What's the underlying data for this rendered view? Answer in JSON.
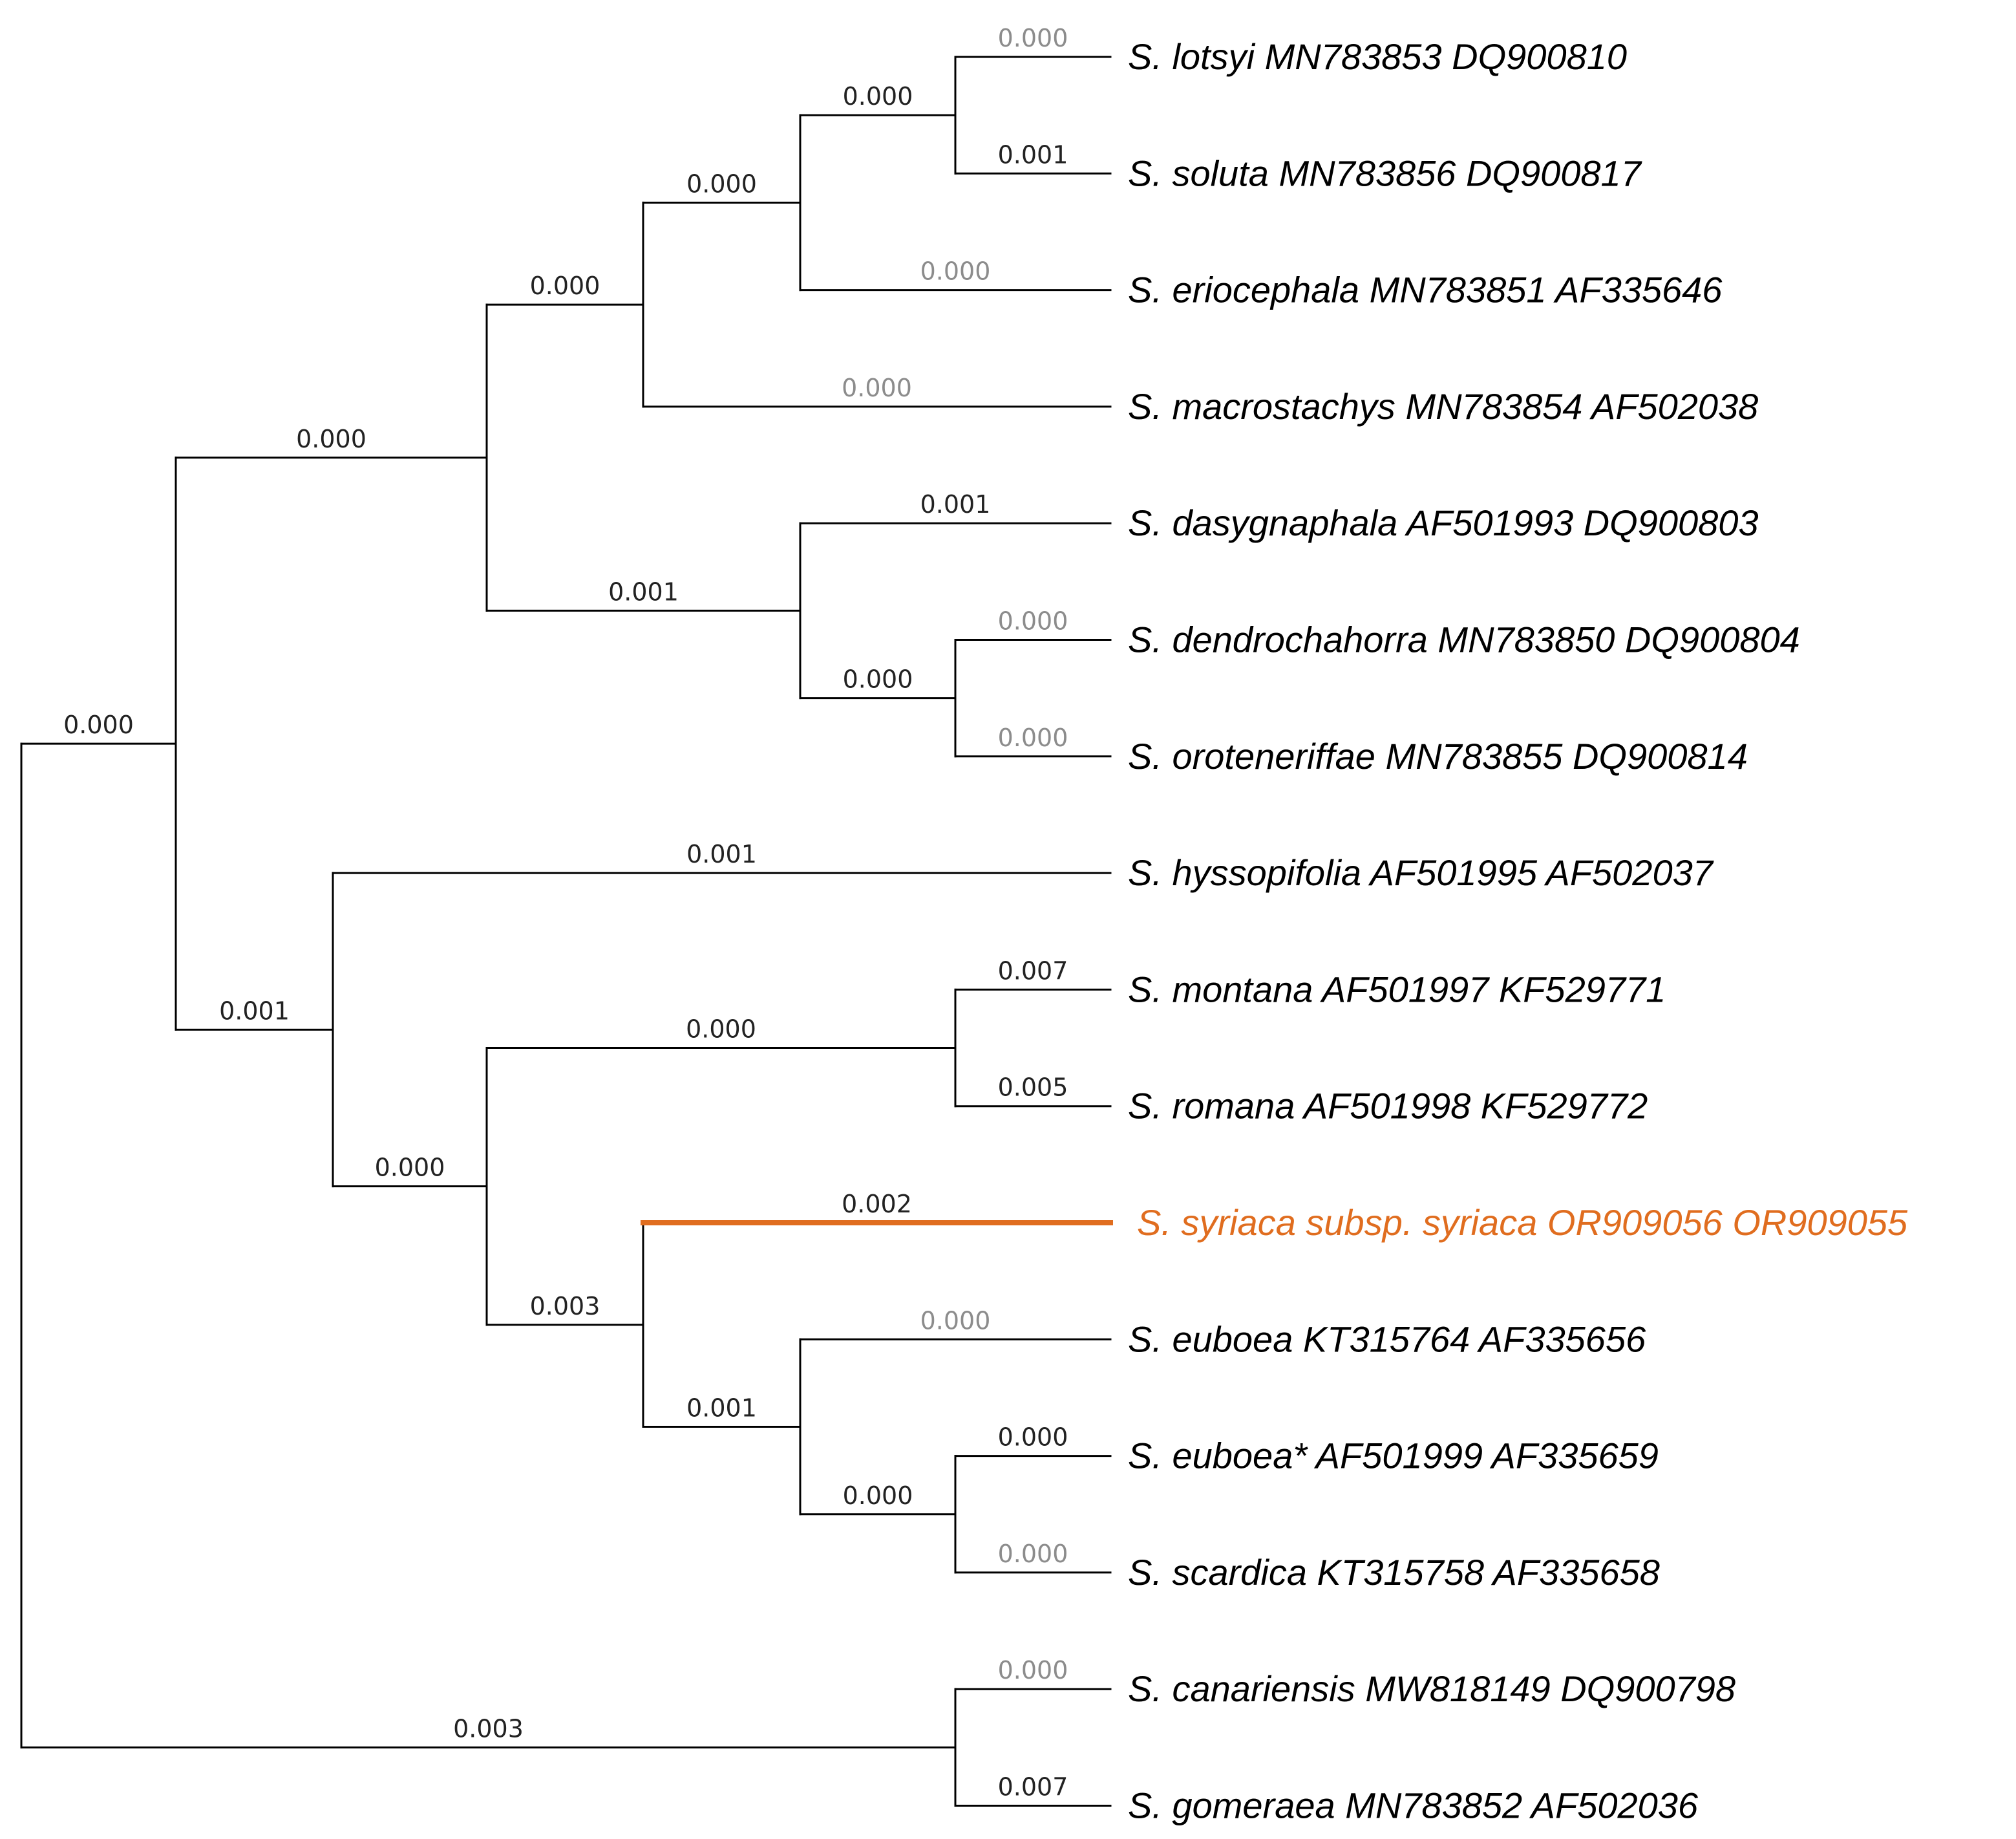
{
  "colors": {
    "branch": "#000000",
    "highlight": "#e06d1f",
    "label_dark": "#222222",
    "label_gray": "#8c8c8c"
  },
  "taxa": [
    {
      "id": "lotsyi",
      "label": "S. lotsyi MN783853 DQ900810",
      "branch_length": "0.000",
      "gray": true
    },
    {
      "id": "soluta",
      "label": "S. soluta MN783856 DQ900817",
      "branch_length": "0.001"
    },
    {
      "id": "eriocephala",
      "label": "S. eriocephala MN783851 AF335646",
      "branch_length": "0.000",
      "gray": true
    },
    {
      "id": "macrostachys",
      "label": "S. macrostachys MN783854 AF502038",
      "branch_length": "0.000",
      "gray": true
    },
    {
      "id": "dasygnaphala",
      "label": "S. dasygnaphala AF501993 DQ900803",
      "branch_length": "0.001"
    },
    {
      "id": "dendrochahorra",
      "label": "S. dendrochahorra MN783850 DQ900804",
      "branch_length": "0.000",
      "gray": true
    },
    {
      "id": "oroteneriffae",
      "label": "S. oroteneriffae MN783855 DQ900814",
      "branch_length": "0.000",
      "gray": true
    },
    {
      "id": "hyssopifolia",
      "label": "S. hyssopifolia AF501995 AF502037",
      "branch_length": "0.001"
    },
    {
      "id": "montana",
      "label": "S. montana AF501997 KF529771",
      "branch_length": "0.007"
    },
    {
      "id": "romana",
      "label": "S. romana AF501998 KF529772",
      "branch_length": "0.005"
    },
    {
      "id": "syriaca",
      "label": "S. syriaca subsp. syriaca OR909056 OR909055",
      "branch_length": "0.002",
      "highlight": true
    },
    {
      "id": "euboea",
      "label": "S. euboea KT315764 AF335656",
      "branch_length": "0.000",
      "gray": true
    },
    {
      "id": "euboea_star",
      "label": "S. euboea* AF501999 AF335659",
      "branch_length": "0.000"
    },
    {
      "id": "scardica",
      "label": "S. scardica KT315758 AF335658",
      "branch_length": "0.000",
      "gray": true
    },
    {
      "id": "canariensis",
      "label": "S. canariensis MW818149 DQ900798",
      "branch_length": "0.000",
      "gray": true
    },
    {
      "id": "gomeraea",
      "label": "S. gomeraea MN783852 AF502036",
      "branch_length": "0.007"
    }
  ],
  "internal_nodes": [
    {
      "id": "n_lotsyi_soluta",
      "children": [
        "lotsyi",
        "soluta"
      ],
      "branch_length": "0.000"
    },
    {
      "id": "n_a",
      "children": [
        "n_lotsyi_soluta",
        "eriocephala"
      ],
      "branch_length": "0.000"
    },
    {
      "id": "n_b",
      "children": [
        "n_a",
        "macrostachys"
      ],
      "branch_length": "0.000"
    },
    {
      "id": "n_dend_orot",
      "children": [
        "dendrochahorra",
        "oroteneriffae"
      ],
      "branch_length": "0.000"
    },
    {
      "id": "n_c",
      "children": [
        "dasygnaphala",
        "n_dend_orot"
      ],
      "branch_length": "0.001"
    },
    {
      "id": "n_d",
      "children": [
        "n_b",
        "n_c"
      ],
      "branch_length": "0.000"
    },
    {
      "id": "n_mont_rom",
      "children": [
        "montana",
        "romana"
      ],
      "branch_length": "0.000"
    },
    {
      "id": "n_euboea_scardica",
      "children": [
        "euboea_star",
        "scardica"
      ],
      "branch_length": "0.000"
    },
    {
      "id": "n_e",
      "children": [
        "euboea",
        "n_euboea_scardica"
      ],
      "branch_length": "0.001"
    },
    {
      "id": "n_f",
      "children": [
        "syriaca",
        "n_e"
      ],
      "branch_length": "0.003"
    },
    {
      "id": "n_g",
      "children": [
        "n_mont_rom",
        "n_f"
      ],
      "branch_length": "0.000"
    },
    {
      "id": "n_h",
      "children": [
        "hyssopifolia",
        "n_g"
      ],
      "branch_length": "0.001"
    },
    {
      "id": "n_i",
      "children": [
        "n_d",
        "n_h"
      ],
      "branch_length": "0.000"
    },
    {
      "id": "n_cana_gom",
      "children": [
        "canariensis",
        "gomeraea"
      ],
      "branch_length": "0.003"
    },
    {
      "id": "root",
      "children": [
        "n_i",
        "n_cana_gom"
      ]
    }
  ]
}
